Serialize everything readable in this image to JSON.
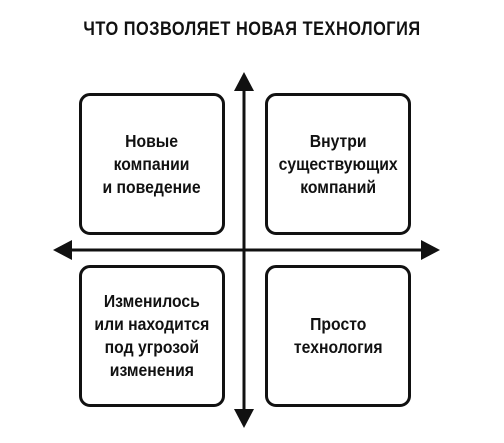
{
  "title": "ЧТО ПОЗВОЛЯЕТ НОВАЯ ТЕХНОЛОГИЯ",
  "quadrants": {
    "top_left": "Новые\nкомпании\nи поведение",
    "top_right": "Внутри\nсуществующих\nкомпаний",
    "bottom_left": "Изменилось\nили находится\nпод угрозой\nизменения",
    "bottom_right": "Просто\nтехнология"
  },
  "colors": {
    "ink": "#111111",
    "background": "#ffffff"
  }
}
